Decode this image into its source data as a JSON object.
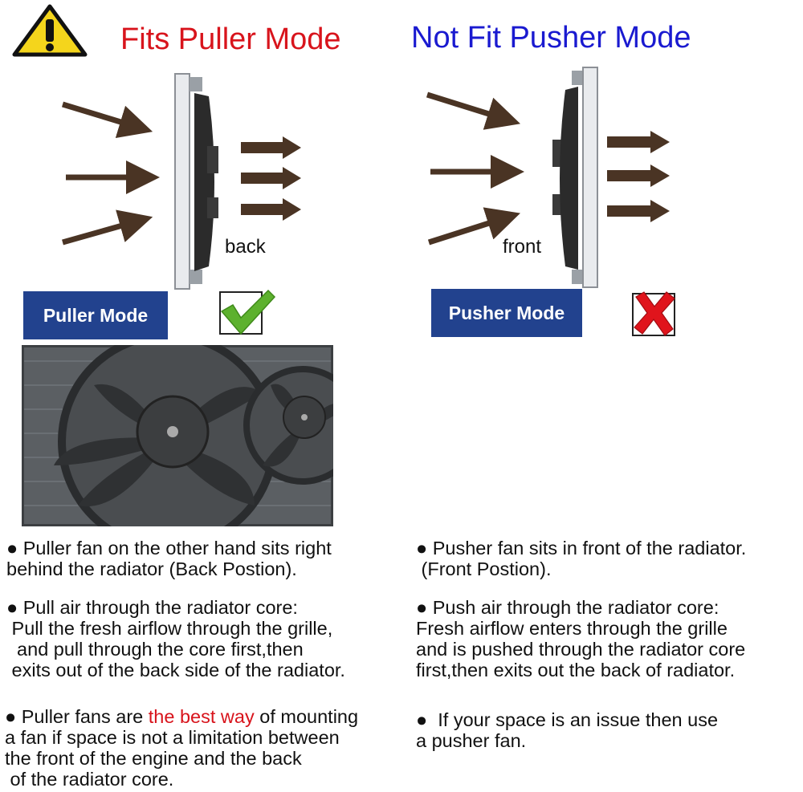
{
  "titles": {
    "left": "Fits Puller Mode",
    "right": "Not Fit Pusher Mode"
  },
  "diagrams": {
    "left_label": "back",
    "right_label": "front",
    "arrow_color": "#4a3424"
  },
  "modes": {
    "puller": {
      "label": "Puller Mode",
      "status_icon": "check-mark-icon"
    },
    "pusher": {
      "label": "Pusher Mode",
      "status_icon": "x-mark-icon"
    }
  },
  "colors": {
    "title_left": "#d8141c",
    "title_right": "#1a1ad0",
    "mode_box": "#22428e",
    "highlight": "#d8141c"
  },
  "left_notes": {
    "p1": [
      "● Puller fan on the other hand sits right",
      "behind the radiator (Back Postion)."
    ],
    "p2": [
      "● Pull air through the radiator core:",
      " Pull the fresh airflow through the grille,",
      "  and pull through the core first,then",
      " exits out of the back side of the radiator."
    ],
    "p3": {
      "before": "● Puller fans are ",
      "highlight": "the best way",
      "after": " of mounting",
      "rest": [
        "a fan if space is not a limitation between",
        "the front of the engine and the back",
        " of the radiator core."
      ]
    }
  },
  "right_notes": {
    "p1": [
      "● Pusher fan sits in front of the radiator.",
      " (Front Postion)."
    ],
    "p2": [
      "● Push air through the radiator core:",
      "Fresh airflow enters through the grille",
      "and is pushed through the radiator core",
      "first,then exits out the back of radiator."
    ],
    "p3": [
      "●  If your space is an issue then use",
      "a pusher fan."
    ]
  }
}
